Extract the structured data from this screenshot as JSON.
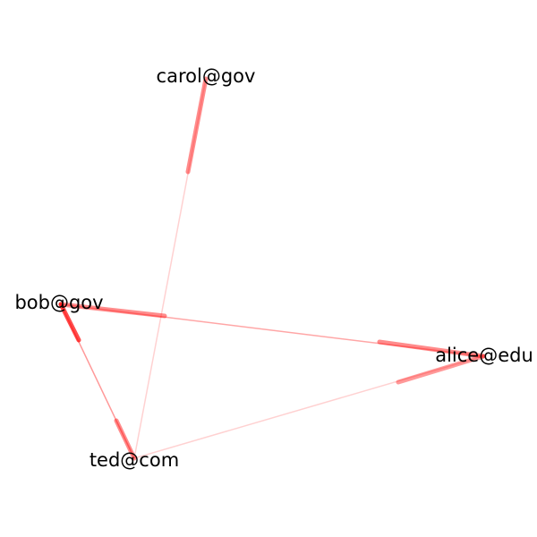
{
  "nodes": [
    {
      "id": "carol",
      "label": "carol@gov"
    },
    {
      "id": "bob",
      "label": "bob@gov"
    },
    {
      "id": "alice",
      "label": "alice@edu"
    },
    {
      "id": "ted",
      "label": "ted@com"
    }
  ],
  "edges": [
    {
      "from": "carol",
      "to": "ted"
    },
    {
      "from": "bob",
      "to": "alice"
    },
    {
      "from": "bob",
      "to": "ted"
    },
    {
      "from": "alice",
      "to": "ted"
    }
  ],
  "colors": {
    "edge": "#ff0000"
  }
}
